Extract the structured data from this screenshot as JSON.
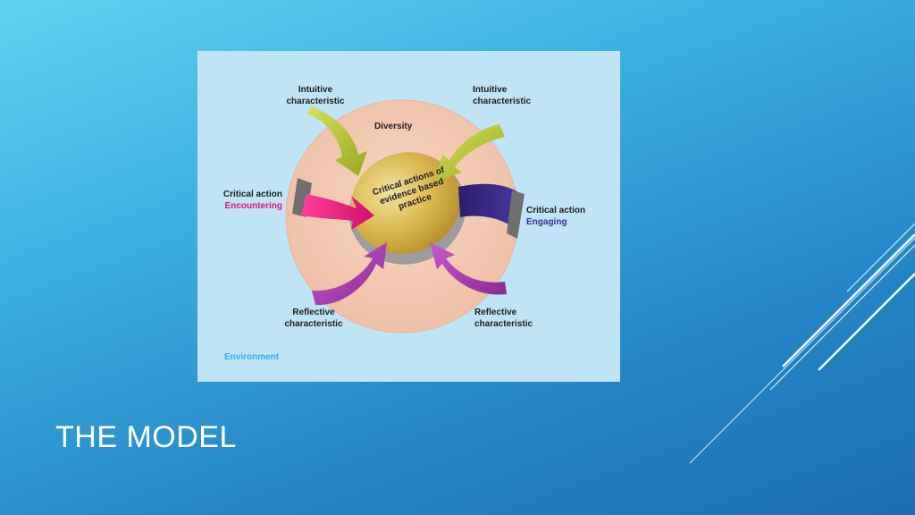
{
  "slide": {
    "title": "THE MODEL"
  },
  "diagram": {
    "center": "Critical actions of evidence based practice",
    "ring": "Diversity",
    "environment": "Environment",
    "labels": {
      "intuitive_left": {
        "line1": "Intuitive",
        "line2": "characteristic"
      },
      "intuitive_right": {
        "line1": "Intuitive",
        "line2": "characteristic"
      },
      "encountering": {
        "line1": "Critical action",
        "line2": "Encountering"
      },
      "engaging": {
        "line1": "Critical action",
        "line2": "Engaging"
      },
      "reflective_left": {
        "line1": "Reflective",
        "line2": "characteristic"
      },
      "reflective_right": {
        "line1": "Reflective",
        "line2": "characteristic"
      }
    },
    "colors": {
      "environment_bg": "#bfe4f6",
      "ring": "#f4cbb4",
      "core": "#d8b64a",
      "intuitive_arrow": "#b7c730",
      "encountering_arrow": "#e5127a",
      "engaging_arrow": "#34257a",
      "reflective_arrow": "#b040b0",
      "encountering_text": "#e5127a",
      "engaging_text": "#3b2a8a",
      "environment_text": "#2eb0e6"
    }
  }
}
